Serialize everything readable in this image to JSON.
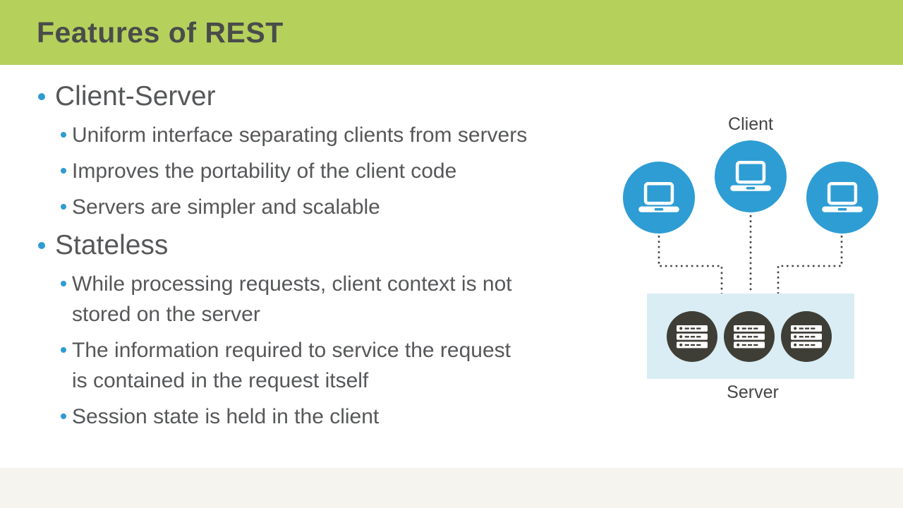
{
  "slide": {
    "title": "Features of REST",
    "sections": [
      {
        "title": "Client-Server",
        "bullets": [
          "Uniform interface separating clients from servers",
          "Improves the portability of the client code",
          "Servers are simpler and scalable"
        ]
      },
      {
        "title": "Stateless",
        "bullets": [
          "While processing requests, client context is not\nstored on the server",
          "The information required to service the request\nis contained in the request itself",
          "Session state is held in the client"
        ]
      }
    ]
  },
  "diagram": {
    "client_label": "Client",
    "server_label": "Server",
    "client_nodes": 3,
    "server_nodes": 3
  },
  "colors": {
    "header_green": "#b5d15c",
    "title_text": "#4a4c4a",
    "body_text": "#565759",
    "bullet_blue": "#2e9bd3",
    "client_circle_blue": "#2e9dd4",
    "server_circle_dark": "#3f3e36",
    "server_box_blue": "#daedf4",
    "connector_gray": "#42423c",
    "footer_cream": "#f5f4ee",
    "background": "#ffffff"
  }
}
